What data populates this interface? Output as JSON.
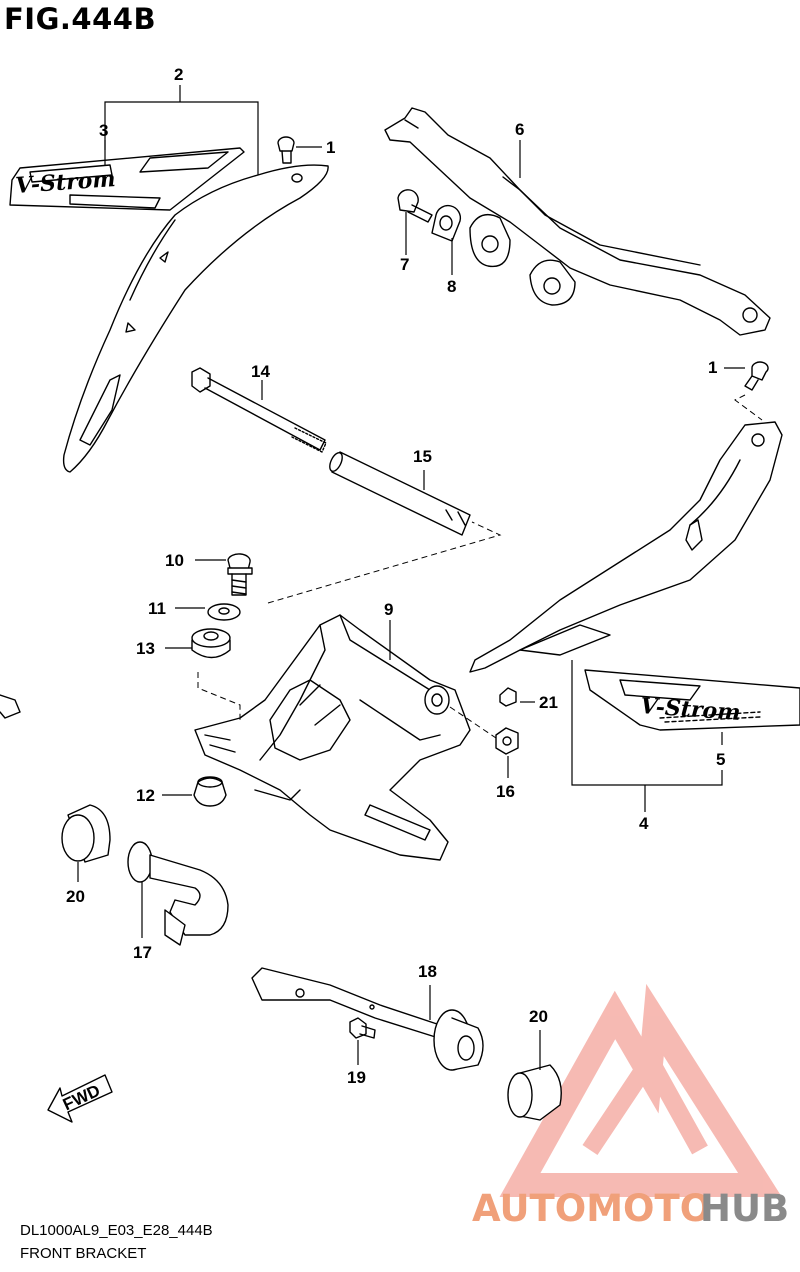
{
  "figure": {
    "title": "FIG.444B",
    "model_code": "DL1000AL9_E03_E28_444B",
    "caption": "FRONT BRACKET"
  },
  "fwd_arrow_label": "FWD",
  "decal_text": "V-Strom",
  "callouts": [
    {
      "id": "c2",
      "text": "2"
    },
    {
      "id": "c3",
      "text": "3"
    },
    {
      "id": "c1a",
      "text": "1"
    },
    {
      "id": "c6",
      "text": "6"
    },
    {
      "id": "c7",
      "text": "7"
    },
    {
      "id": "c8",
      "text": "8"
    },
    {
      "id": "c14",
      "text": "14"
    },
    {
      "id": "c1b",
      "text": "1"
    },
    {
      "id": "c15",
      "text": "15"
    },
    {
      "id": "c10",
      "text": "10"
    },
    {
      "id": "c9",
      "text": "9"
    },
    {
      "id": "c11",
      "text": "11"
    },
    {
      "id": "c13",
      "text": "13"
    },
    {
      "id": "c21",
      "text": "21"
    },
    {
      "id": "c5",
      "text": "5"
    },
    {
      "id": "c16",
      "text": "16"
    },
    {
      "id": "c12",
      "text": "12"
    },
    {
      "id": "c4",
      "text": "4"
    },
    {
      "id": "c20a",
      "text": "20"
    },
    {
      "id": "c17",
      "text": "17"
    },
    {
      "id": "c18",
      "text": "18"
    },
    {
      "id": "c20b",
      "text": "20"
    },
    {
      "id": "c19",
      "text": "19"
    }
  ],
  "watermark": {
    "part1": "AUTOMOTO",
    "part2": "HUB",
    "color_primary": "#f0a07a",
    "color_secondary": "#8a8a8a",
    "triangle_color": "#f4a39a"
  }
}
